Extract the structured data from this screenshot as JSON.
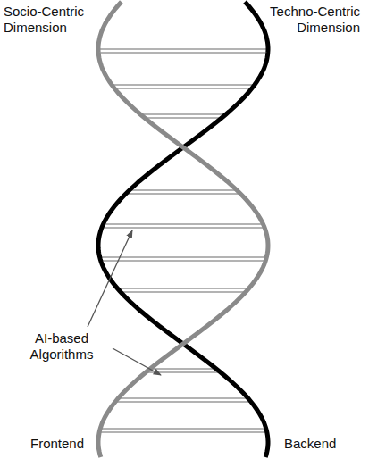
{
  "diagram": {
    "labels": [
      "Socio-Centric Dimension",
      "Techno-Centric Dimension",
      "AI-based Algorithms",
      "Frontend",
      "Backend"
    ]
  }
}
